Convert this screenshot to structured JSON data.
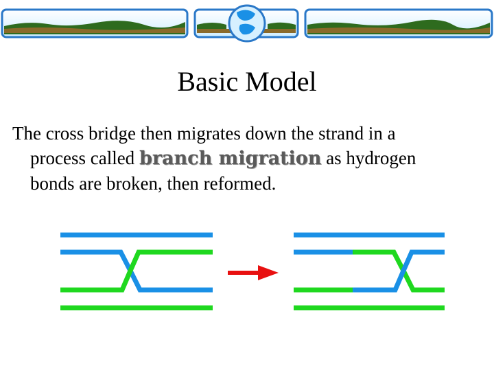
{
  "slide": {
    "title": "Basic Model",
    "body": {
      "line1": "The cross bridge then migrates down the strand in a",
      "line2_before": "process called ",
      "line2_emphasis": "branch migration",
      "line2_after": " as hydrogen",
      "line3": "bonds are broken, then reformed."
    }
  },
  "colors": {
    "blue_strand": "#1a90e6",
    "green_strand": "#1fd81f",
    "arrow": "#e81010",
    "banner_frame": "#2a78c8",
    "banner_fill": "#e8f6ff",
    "land": "#8a6a2a",
    "vegetation": "#2e6b1e"
  },
  "icons": {
    "banner": "landscape-banner-icon",
    "globe": "globe-icon",
    "arrow": "right-arrow-icon"
  }
}
